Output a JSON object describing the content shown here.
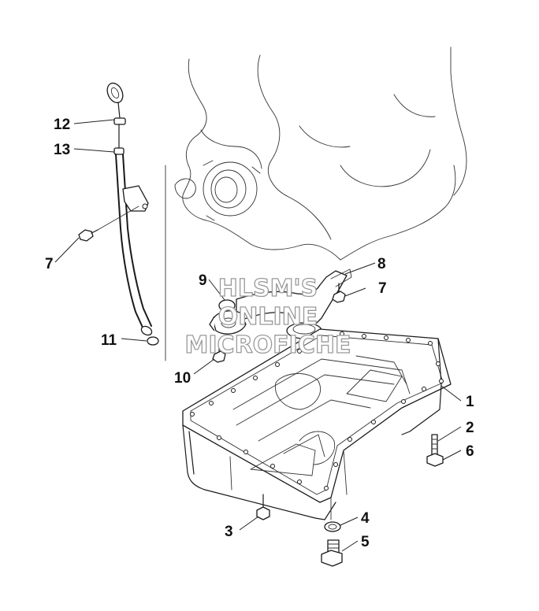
{
  "watermark": {
    "line1": "HLSM'S",
    "line2": "ONLINE",
    "line3": "MICROFICHE",
    "color": "#9a9a9a"
  },
  "callouts": {
    "c1": "1",
    "c2": "2",
    "c3": "3",
    "c4": "4",
    "c5": "5",
    "c6": "6",
    "c7a": "7",
    "c7b": "7",
    "c8": "8",
    "c9": "9",
    "c10": "10",
    "c11": "11",
    "c12": "12",
    "c13": "13"
  }
}
